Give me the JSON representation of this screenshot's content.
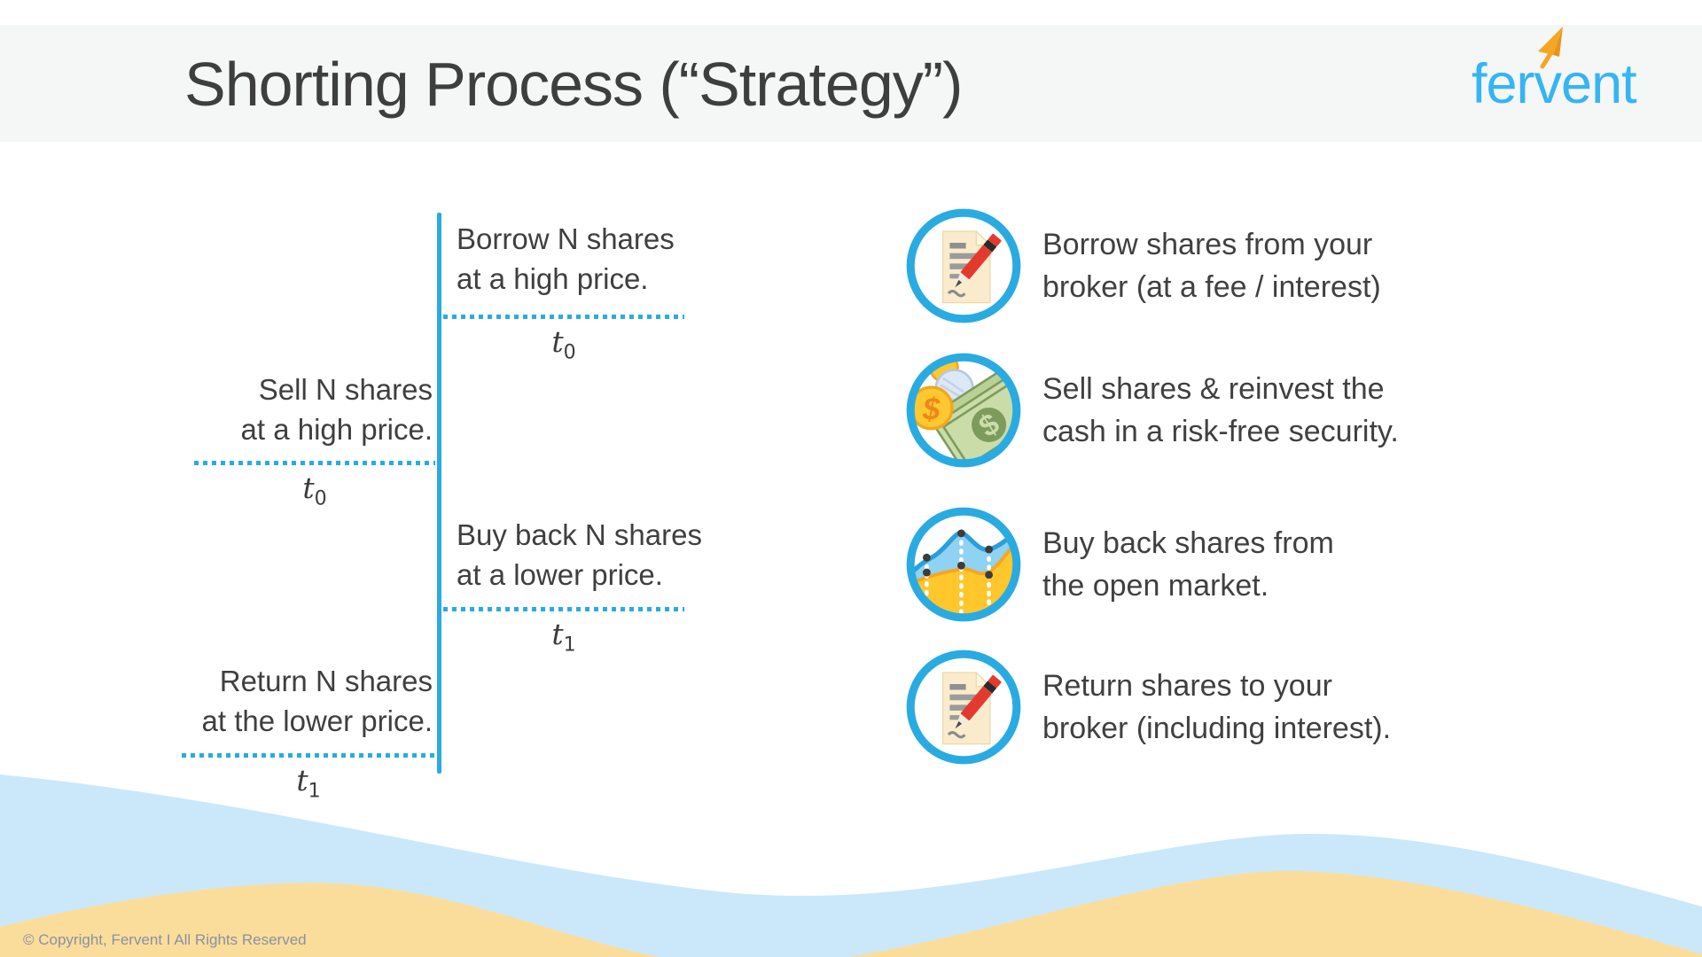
{
  "slide": {
    "title": "Shorting Process (“Strategy”)",
    "copyright": "© Copyright, Fervent I All Rights Reserved"
  },
  "logo": {
    "pre": "fer",
    "v": "v",
    "post": "ent"
  },
  "timeline": {
    "events": [
      {
        "side": "right",
        "line1": "Borrow N shares",
        "line2": "at a high price.",
        "t_sym": "t",
        "t_sub": "0"
      },
      {
        "side": "left",
        "line1": "Sell N shares",
        "line2": "at a high price.",
        "t_sym": "t",
        "t_sub": "0"
      },
      {
        "side": "right",
        "line1": "Buy back N shares",
        "line2": "at a lower price.",
        "t_sym": "t",
        "t_sub": "1"
      },
      {
        "side": "left",
        "line1": "Return N shares",
        "line2": "at the lower price.",
        "t_sym": "t",
        "t_sub": "1"
      }
    ]
  },
  "steps": [
    {
      "icon": "document-pen-icon",
      "line1": "Borrow shares from your",
      "line2": "broker (at a fee / interest)"
    },
    {
      "icon": "money-icon",
      "line1": "Sell shares & reinvest the",
      "line2": "cash in a risk-free security."
    },
    {
      "icon": "chart-icon",
      "line1": "Buy back shares from",
      "line2": "the open market."
    },
    {
      "icon": "document-pen-icon",
      "line1": "Return shares to your",
      "line2": "broker (including interest)."
    }
  ],
  "colors": {
    "accent_blue": "#29abe2",
    "logo_blue": "#35b5f2",
    "logo_orange": "#f5a623",
    "wave_blue": "#cbe8fa",
    "wave_sand": "#fbdd9b",
    "header_gray": "#f5f6f6",
    "text_dark": "#3f3f3f"
  }
}
